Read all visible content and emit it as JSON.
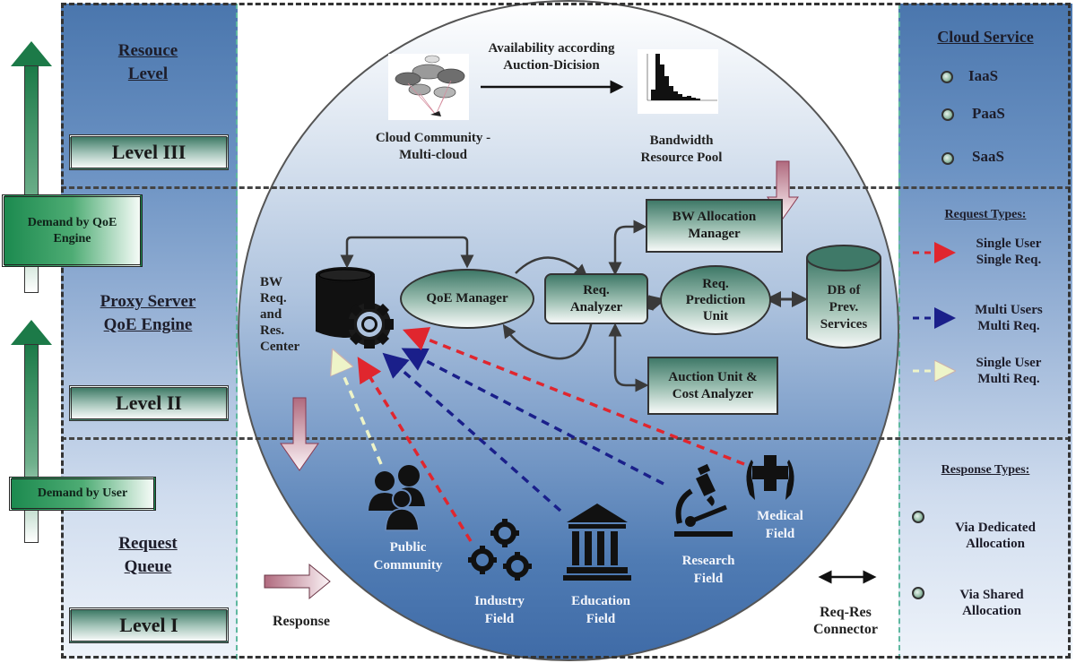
{
  "left_column": {
    "sections": [
      {
        "title_line1": "Resouce",
        "title_line2": "Level",
        "level_label": "Level III"
      },
      {
        "title_line1": "Proxy Server",
        "title_line2": "QoE Engine",
        "level_label": "Level II"
      },
      {
        "title_line1": "Request",
        "title_line2": "Queue",
        "level_label": "Level I"
      }
    ],
    "demand_qoe": {
      "line1": "Demand by QoE",
      "line2": "Engine"
    },
    "demand_user": "Demand by User"
  },
  "right_column": {
    "cloud_service": {
      "title": "Cloud Service",
      "items": [
        "IaaS",
        "PaaS",
        "SaaS"
      ]
    },
    "request_types": {
      "title": "Request Types:",
      "items": [
        {
          "line1": "Single User",
          "line2": "Single Req.",
          "color": "#e0262e"
        },
        {
          "line1": "Multi Users",
          "line2": "Multi Req.",
          "color": "#1a1f8a"
        },
        {
          "line1": "Single User",
          "line2": "Multi Req.",
          "color": "#eef4c8"
        }
      ]
    },
    "response_types": {
      "title": "Response Types:",
      "items": [
        {
          "line1": "Via Dedicated",
          "line2": "Allocation"
        },
        {
          "line1": "Via Shared",
          "line2": "Allocation"
        }
      ]
    }
  },
  "top": {
    "cloud_community": {
      "line1": "Cloud Community -",
      "line2": "Multi-cloud"
    },
    "availability": {
      "line1": "Availability according",
      "line2": "Auction-Dicision"
    },
    "bandwidth_pool": {
      "line1": "Bandwidth",
      "line2": "Resource Pool"
    }
  },
  "middle": {
    "bw_center": [
      "BW",
      "Req.",
      "and",
      "Res.",
      "Center"
    ],
    "qoe_manager": "QoE Manager",
    "req_analyzer": {
      "line1": "Req.",
      "line2": "Analyzer"
    },
    "bw_allocation": {
      "line1": "BW Allocation",
      "line2": "Manager"
    },
    "prediction_unit": {
      "line1": "Req.",
      "line2": "Prediction",
      "line3": "Unit"
    },
    "db_prev": {
      "line1": "DB of",
      "line2": "Prev.",
      "line3": "Services"
    },
    "auction_unit": {
      "line1": "Auction Unit &",
      "line2": "Cost Analyzer"
    }
  },
  "bottom": {
    "public_community": {
      "line1": "Public",
      "line2": "Community"
    },
    "industry": {
      "line1": "Industry",
      "line2": "Field"
    },
    "education": {
      "line1": "Education",
      "line2": "Field"
    },
    "research": {
      "line1": "Research",
      "line2": "Field"
    },
    "medical": {
      "line1": "Medical",
      "line2": "Field"
    },
    "response": "Response",
    "connector": {
      "line1": "Req-Res",
      "line2": "Connector"
    }
  },
  "colors": {
    "red_request": "#e0262e",
    "blue_request": "#1a1f8a",
    "yellow_request": "#eef4c8",
    "node_green": "#3f7968",
    "column_blue": "#4a76ad"
  }
}
